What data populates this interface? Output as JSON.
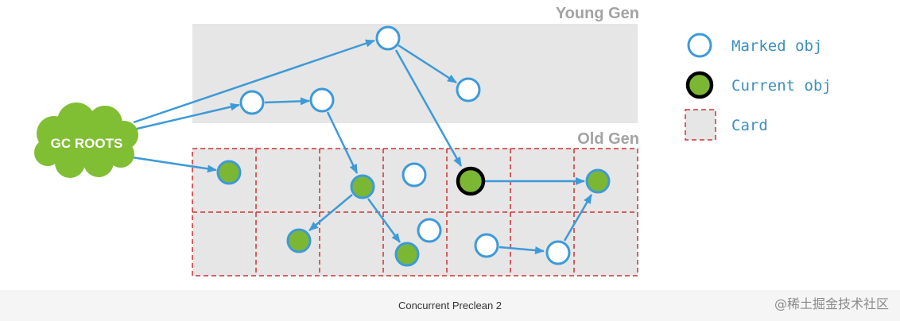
{
  "regions": {
    "young_gen_label": "Young Gen",
    "old_gen_label": "Old Gen"
  },
  "gc_roots_label": "GC ROOTS",
  "legend": {
    "marked_label": "Marked obj",
    "current_label": "Current obj",
    "card_label": "Card"
  },
  "caption": "Concurrent Preclean 2",
  "watermark": "@稀土掘金技术社区",
  "colors": {
    "region_fill": "#e6e6e6",
    "region_label": "#a3a3a3",
    "card_border": "#cc3333",
    "object_stroke": "#3d9ad8",
    "arrow": "#3d9ad8",
    "current_stroke": "#000000",
    "green_fill": "#7cb734",
    "cloud_fill": "#80be33",
    "legend_text": "#3d8fbd"
  }
}
